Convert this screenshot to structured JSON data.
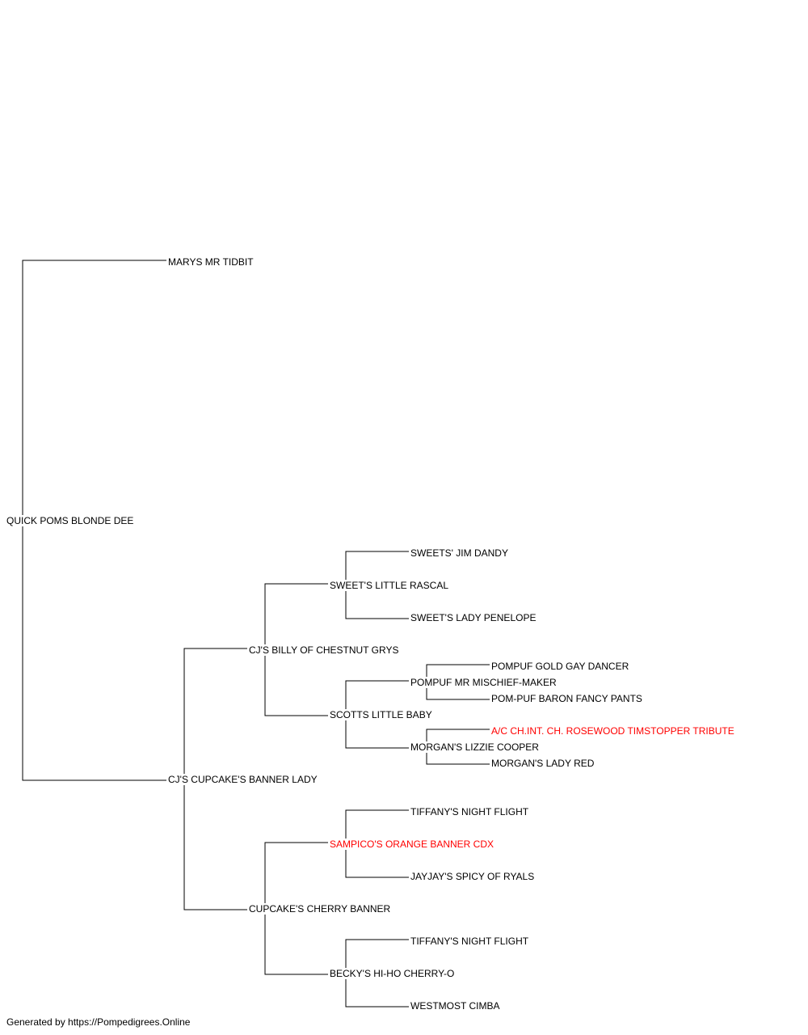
{
  "pedigree": {
    "subject": {
      "name": "QUICK POMS BLONDE DEE"
    },
    "sire": {
      "name": "MARYS MR TIDBIT"
    },
    "dam": {
      "name": "CJ'S CUPCAKE'S BANNER LADY"
    },
    "dam_sire": {
      "name": "CJ'S BILLY OF CHESTNUT GRYS"
    },
    "dam_dam": {
      "name": "CUPCAKE'S CHERRY BANNER"
    },
    "dam_sire_sire": {
      "name": "SWEET'S LITTLE RASCAL"
    },
    "dam_sire_dam": {
      "name": "SCOTTS LITTLE BABY"
    },
    "dam_dam_sire": {
      "name": "SAMPICO'S ORANGE BANNER CDX",
      "highlight": true
    },
    "dam_dam_dam": {
      "name": "BECKY'S HI-HO CHERRY-O"
    },
    "dam_sire_sire_sire": {
      "name": "SWEETS' JIM DANDY"
    },
    "dam_sire_sire_dam": {
      "name": "SWEET'S LADY PENELOPE"
    },
    "dam_sire_dam_sire": {
      "name": "POMPUF MR MISCHIEF-MAKER"
    },
    "dam_sire_dam_dam": {
      "name": "MORGAN'S LIZZIE COOPER"
    },
    "dam_dam_sire_sire": {
      "name": "TIFFANY'S NIGHT FLIGHT"
    },
    "dam_dam_sire_dam": {
      "name": "JAYJAY'S SPICY OF RYALS"
    },
    "dam_dam_dam_sire": {
      "name": "TIFFANY'S NIGHT FLIGHT"
    },
    "dam_dam_dam_dam": {
      "name": "WESTMOST CIMBA"
    },
    "dam_sire_dam_sire_sire": {
      "name": "POMPUF GOLD GAY DANCER"
    },
    "dam_sire_dam_sire_dam": {
      "name": "POM-PUF BARON FANCY PANTS"
    },
    "dam_sire_dam_dam_sire": {
      "name": "A/C CH.INT. CH. ROSEWOOD TIMSTOPPER TRIBUTE",
      "highlight": true
    },
    "dam_sire_dam_dam_dam": {
      "name": "MORGAN'S LADY RED"
    }
  },
  "footer": "Generated by https://Pompedigrees.Online",
  "colors": {
    "text": "#000000",
    "highlight": "#ff0000",
    "line": "#000000"
  }
}
